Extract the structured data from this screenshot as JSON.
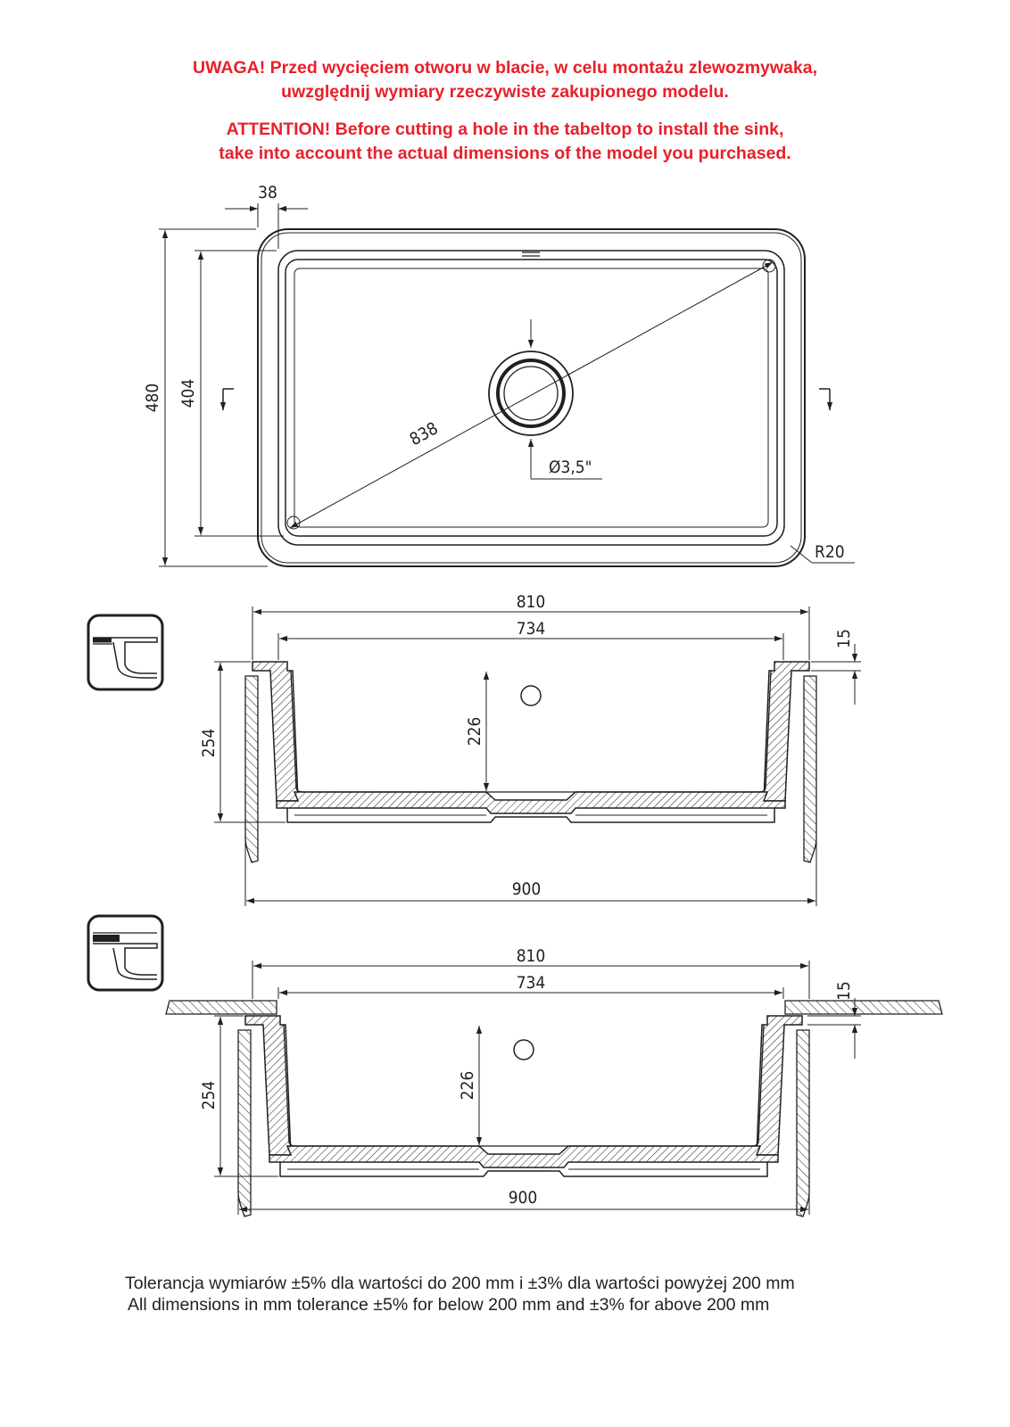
{
  "warning": {
    "pl_line1": "UWAGA! Przed wycięciem otworu w blacie, w celu montażu zlewozmywaka,",
    "pl_line2": "uwzględnij wymiary rzeczywiste zakupionego modelu.",
    "en_line1": "ATTENTION! Before cutting a hole in the tabeltop to install the sink,",
    "en_line2": "take into account the actual dimensions of the model you purchased.",
    "color": "#e8202a"
  },
  "top_view": {
    "rim_width": "38",
    "outer_depth": "480",
    "inner_depth": "404",
    "diagonal": "838",
    "drain_diameter": "Ø3,5\"",
    "corner_radius": "R20"
  },
  "section_view_1": {
    "outer_width": "810",
    "inner_width": "734",
    "rim_height": "15",
    "total_height": "254",
    "bowl_depth": "226",
    "cabinet_width": "900"
  },
  "section_view_2": {
    "outer_width": "810",
    "inner_width": "734",
    "rim_height": "15",
    "total_height": "254",
    "bowl_depth": "226",
    "cabinet_width": "900"
  },
  "tolerance": {
    "pl": "Tolerancja wymiarów ±5% dla wartości do 200 mm i ±3% dla wartości powyżej 200 mm",
    "en": "All dimensions in mm tolerance ±5% for below 200 mm and ±3% for above 200 mm"
  }
}
